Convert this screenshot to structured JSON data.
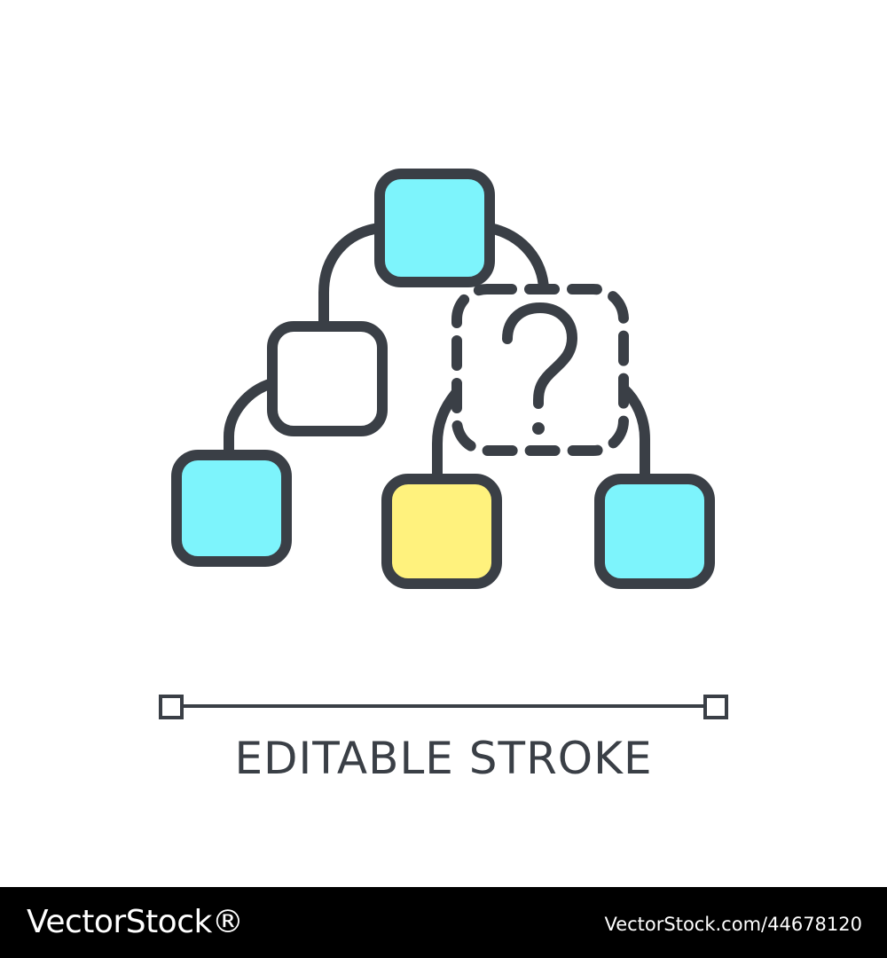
{
  "diagram": {
    "nodes": [
      {
        "id": "root",
        "fill": "#7df4fc",
        "style": "solid"
      },
      {
        "id": "left-middle",
        "fill": "#ffffff",
        "style": "solid"
      },
      {
        "id": "unknown",
        "fill": "#ffffff",
        "style": "dashed",
        "icon": "question-mark-icon"
      },
      {
        "id": "left-leaf",
        "fill": "#7df4fc",
        "style": "solid"
      },
      {
        "id": "middle-leaf",
        "fill": "#fff27d",
        "style": "solid"
      },
      {
        "id": "right-leaf",
        "fill": "#7df4fc",
        "style": "solid"
      }
    ],
    "stroke_color": "#3a3f46"
  },
  "caption": {
    "text": "EDITABLE STROKE"
  },
  "footer": {
    "logo_text": "VectorStock®",
    "image_id": "VectorStock.com/44678120",
    "background": "#000000"
  }
}
